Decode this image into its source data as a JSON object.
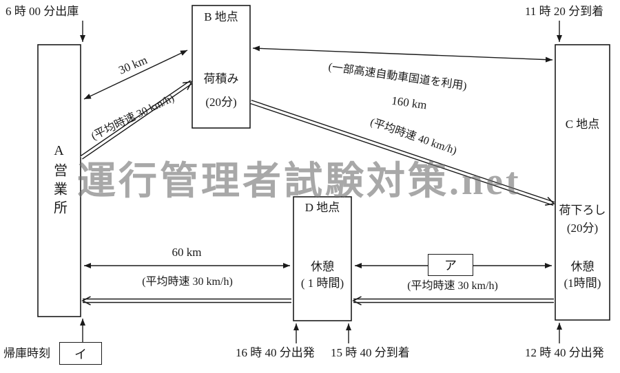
{
  "watermark": "運行管理者試験対策.net",
  "colors": {
    "line": "#1a1a1a",
    "watermark_gray": "#6e6e6e",
    "background": "#ffffff"
  },
  "stations": {
    "a": {
      "label": "A営業所"
    },
    "b": {
      "title": "B 地点",
      "task": "荷積み",
      "task_duration": "(20分)"
    },
    "c": {
      "title": "C 地点",
      "task": "荷下ろし",
      "task_duration": "(20分)",
      "rest": "休憩",
      "rest_duration": "(1時間)"
    },
    "d": {
      "title": "D 地点",
      "rest": "休憩",
      "rest_duration": "( 1 時間)"
    }
  },
  "times": {
    "depart_garage": "6 時 00 分出庫",
    "arrive_c": "11 時 20 分到着",
    "depart_c": "12 時 40 分出発",
    "arrive_d": "15 時 40 分到着",
    "depart_d": "16 時 40 分出発",
    "return_label": "帰庫時刻",
    "return_blank": "イ"
  },
  "segments": {
    "ab": {
      "distance": "30 km",
      "speed": "(平均時速 30 km/h)"
    },
    "bc": {
      "note": "(一部高速自動車国道を利用)",
      "distance": "160 km",
      "speed": "(平均時速 40 km/h)"
    },
    "ad": {
      "distance": "60 km",
      "speed": "(平均時速 30 km/h)"
    },
    "dc": {
      "distance_blank": "ア",
      "speed": "(平均時速 30 km/h)"
    }
  }
}
